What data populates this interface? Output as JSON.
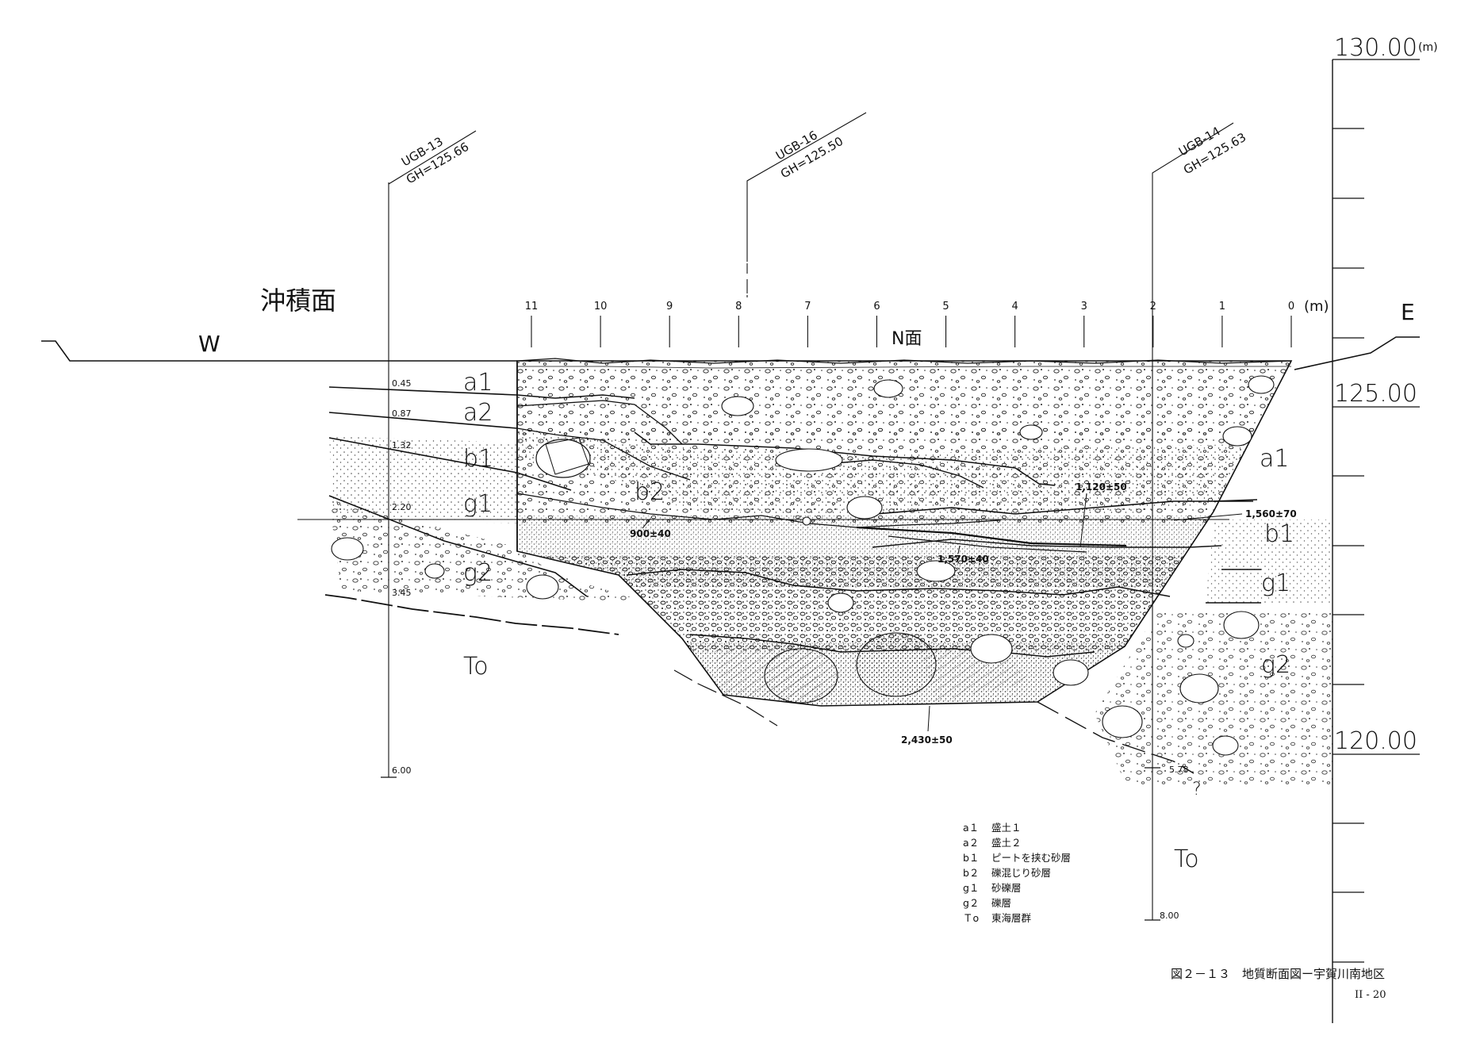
{
  "title": {
    "caption": "図２－１３　地質断面図ー宇賀川南地区",
    "page": "II - 20",
    "surface_label": "沖積面",
    "face_label": "N面",
    "west": "W",
    "east": "E"
  },
  "elevation_scale": {
    "unit": "(m)",
    "labels": [
      "130.00",
      "125.00",
      "120.00"
    ]
  },
  "horizontal_scale": {
    "unit": "(m)",
    "ticks": [
      "11",
      "10",
      "9",
      "8",
      "7",
      "6",
      "5",
      "4",
      "3",
      "2",
      "1",
      "0"
    ]
  },
  "boreholes": [
    {
      "id": "UGB-13",
      "gh": "GH=125.66",
      "depths": [
        "0.45",
        "0.87",
        "1.32",
        "2.20",
        "3.45",
        "6.00"
      ]
    },
    {
      "id": "UGB-16",
      "gh": "GH=125.50",
      "depths": []
    },
    {
      "id": "UGB-14",
      "gh": "GH=125.63",
      "depths": [
        "5.78",
        "8.00"
      ]
    }
  ],
  "layer_labels": {
    "west": [
      "a1",
      "a2",
      "b1",
      "g1",
      "g2",
      "To"
    ],
    "center": [
      "b2"
    ],
    "east": [
      "a1",
      "b1",
      "g1",
      "g2",
      "To"
    ]
  },
  "dates": [
    "1,120±50",
    "1,560±70",
    "900±40",
    "1,570±40",
    "2,430±50"
  ],
  "question_mark": "?",
  "legend": [
    {
      "code": "a１",
      "name": "盛土１"
    },
    {
      "code": "a２",
      "name": "盛土２"
    },
    {
      "code": "b１",
      "name": "ピートを挟む砂層"
    },
    {
      "code": "b２",
      "name": "礫混じり砂層"
    },
    {
      "code": "g１",
      "name": "砂礫層"
    },
    {
      "code": "g２",
      "name": "礫層"
    },
    {
      "code": "Ｔo",
      "name": "東海層群"
    }
  ]
}
